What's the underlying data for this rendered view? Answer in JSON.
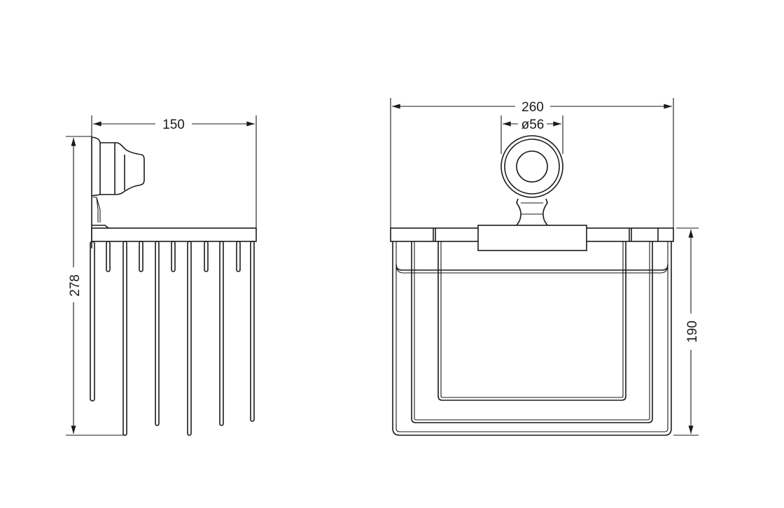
{
  "side_view": {
    "width_label": "150",
    "height_label": "278"
  },
  "front_view": {
    "width_label": "260",
    "diameter_label": "ø56",
    "height_label": "190"
  },
  "colors": {
    "line": "#1a1a1a",
    "background": "#ffffff"
  }
}
